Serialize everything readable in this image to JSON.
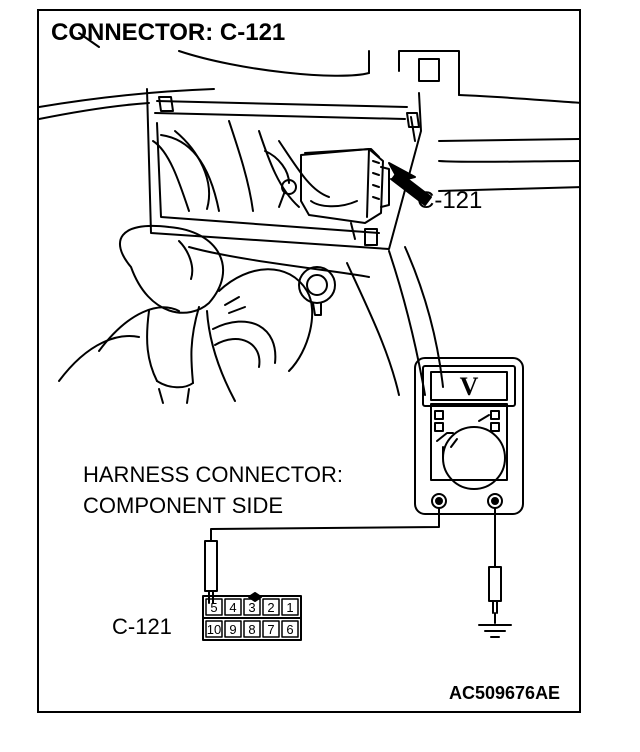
{
  "title": "CONNECTOR: C-121",
  "callout_label": "C-121",
  "harness_label_line1": "HARNESS CONNECTOR:",
  "harness_label_line2": "COMPONENT SIDE",
  "connector_label": "C-121",
  "meter_symbol": "V",
  "pins_top": [
    "5",
    "4",
    "3",
    "2",
    "1"
  ],
  "pins_bottom": [
    "10",
    "9",
    "8",
    "7",
    "6"
  ],
  "figure_code": "AC509676AE"
}
